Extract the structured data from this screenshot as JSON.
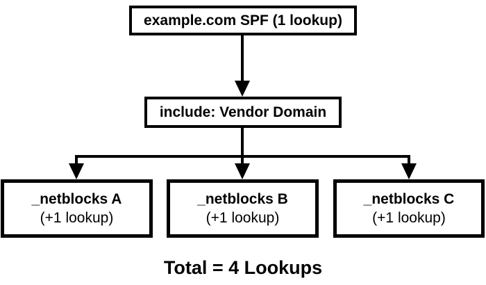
{
  "colors": {
    "background": "#ffffff",
    "line": "#000000",
    "text": "#000000",
    "box_fill": "#ffffff"
  },
  "diagram": {
    "root_label": "example.com SPF (1 lookup)",
    "include_label": "include: Vendor Domain",
    "children": [
      {
        "title": "_netblocks A",
        "subtitle": "(+1 lookup)"
      },
      {
        "title": "_netblocks B",
        "subtitle": "(+1 lookup)"
      },
      {
        "title": "_netblocks C",
        "subtitle": "(+1 lookup)"
      }
    ],
    "total_label": "Total = 4 Lookups"
  }
}
